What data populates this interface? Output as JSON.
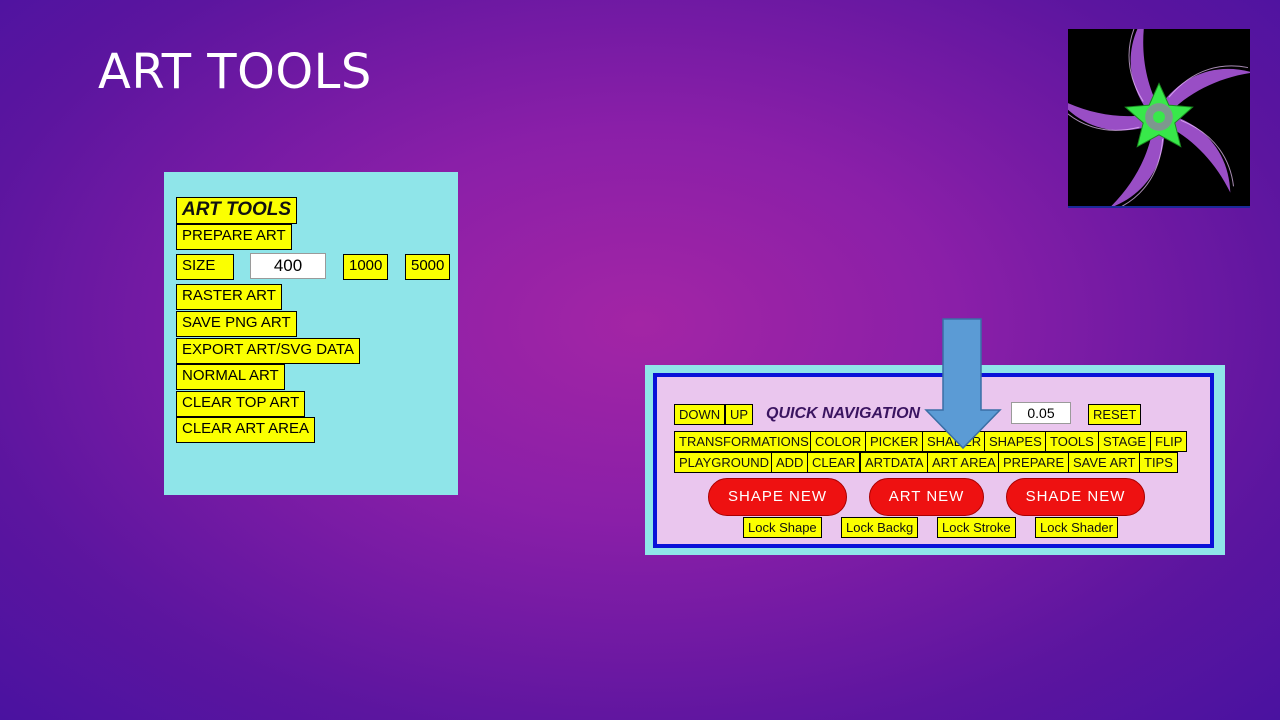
{
  "slide": {
    "title": "ART TOOLS"
  },
  "left_panel": {
    "title": "ART TOOLS",
    "prepare_art": "PREPARE ART",
    "size_label": "SIZE",
    "size_value": "400",
    "size_1000": "1000",
    "size_5000": "5000",
    "raster_art": "RASTER ART",
    "save_png_art": "SAVE PNG ART",
    "export_art": "EXPORT ART/SVG DATA",
    "normal_art": "NORMAL ART",
    "clear_top_art": "CLEAR TOP ART",
    "clear_art_area": "CLEAR ART AREA"
  },
  "quick_nav": {
    "down": "DOWN",
    "up": "UP",
    "title": "QUICK NAVIGATION",
    "title_suffix": "e",
    "speed_value": "0.05",
    "reset": "RESET",
    "row1": [
      "TRANSFORMATIONS",
      "COLOR",
      "PICKER",
      "SHADER",
      "SHAPES",
      "TOOLS",
      "STAGE",
      "FLIP"
    ],
    "row2": [
      "PLAYGROUND",
      "ADD",
      "CLEAR",
      "ARTDATA",
      "ART AREA",
      "PREPARE",
      "SAVE ART",
      "TIPS"
    ],
    "shape_new": "SHAPE NEW",
    "art_new": "ART NEW",
    "shade_new": "SHADE NEW",
    "lock_shape": "Lock Shape",
    "lock_backg": "Lock Backg",
    "lock_stroke": "Lock Stroke",
    "lock_shader": "Lock Shader"
  },
  "colors": {
    "button_yellow": "#fbff00",
    "panel_cyan": "#8fe5e9",
    "nav_pink": "#eac6ee",
    "nav_border": "#0a12d8",
    "red_button": "#ee1111",
    "arrow_blue": "#5b9bd5"
  },
  "icons": {
    "thumbnail": "art-swirl-thumbnail",
    "pointer": "down-arrow-icon"
  }
}
